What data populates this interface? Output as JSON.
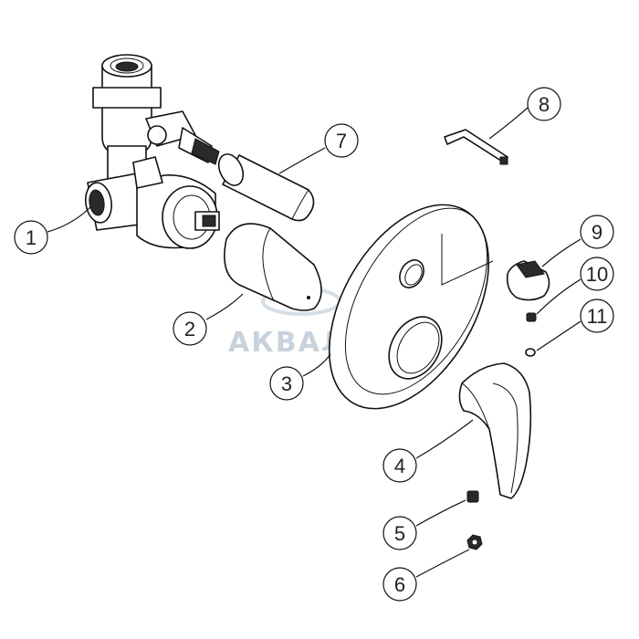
{
  "watermark": "АКВАЛИНК",
  "colors": {
    "line": "#111111",
    "background": "#ffffff",
    "watermark": "#c8d2dc"
  },
  "callouts": [
    {
      "id": "1",
      "label": "1"
    },
    {
      "id": "2",
      "label": "2"
    },
    {
      "id": "3",
      "label": "3"
    },
    {
      "id": "4",
      "label": "4"
    },
    {
      "id": "5",
      "label": "5"
    },
    {
      "id": "6",
      "label": "6"
    },
    {
      "id": "7",
      "label": "7"
    },
    {
      "id": "8",
      "label": "8"
    },
    {
      "id": "9",
      "label": "9"
    },
    {
      "id": "10",
      "label": "10"
    },
    {
      "id": "11",
      "label": "11"
    }
  ]
}
